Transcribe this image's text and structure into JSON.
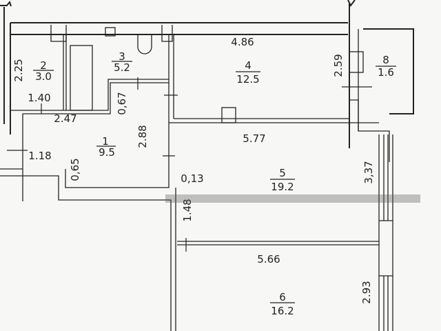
{
  "rooms": [
    {
      "number": "1",
      "area": "9.5"
    },
    {
      "number": "2",
      "area": "3.0"
    },
    {
      "number": "3",
      "area": "5.2"
    },
    {
      "number": "4",
      "area": "12.5"
    },
    {
      "number": "5",
      "area": "19.2"
    },
    {
      "number": "6",
      "area": "16.2"
    },
    {
      "number": "8",
      "area": "1.6"
    }
  ],
  "dimensions": {
    "room4_width": "4.86",
    "room4_depth": "2.59",
    "room2_depth": "2.25",
    "room2_width": "1.40",
    "hall_width": "2.47",
    "hall_step": "0,67",
    "hall_depth": "2.88",
    "entry_width": "1.18",
    "entry_step": "0,65",
    "room5_width": "5.77",
    "wall_offset": "0,13",
    "room5_depth": "3,37",
    "room5_partial": "1.48",
    "room6_width": "5.66",
    "room6_depth": "2.93"
  }
}
